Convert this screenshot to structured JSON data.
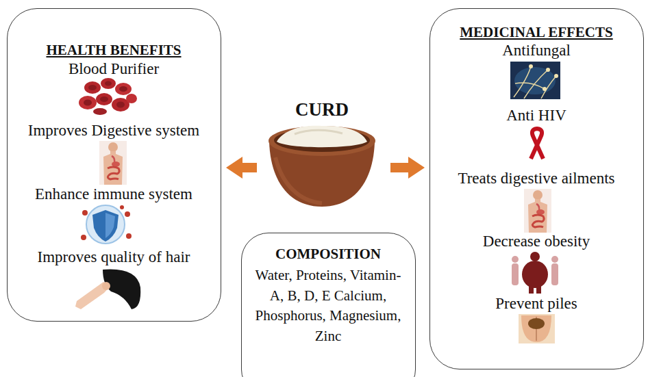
{
  "diagram": {
    "nodes": [
      {
        "text": [
          "HEALTH BENEFITS",
          "Blood Purifier",
          "Improves Digestive system",
          "Enhance immune system",
          "Improves quality of hair"
        ]
      },
      {
        "text": [
          "CURD"
        ]
      },
      {
        "text": [
          "MEDICINAL EFFECTS",
          "Antifungal",
          "Anti HIV",
          "Treats digestive ailments",
          "Decrease obesity",
          "Prevent piles"
        ]
      },
      {
        "text": [
          "COMPOSITION",
          "Water, Proteins, Vitamin-A, B, D, E Calcium, Phosphorus, Magnesium, Zinc"
        ]
      }
    ],
    "edges": [
      {
        "from": 1,
        "to": 0,
        "arrow": "to"
      },
      {
        "from": 1,
        "to": 2,
        "arrow": "to"
      }
    ]
  }
}
